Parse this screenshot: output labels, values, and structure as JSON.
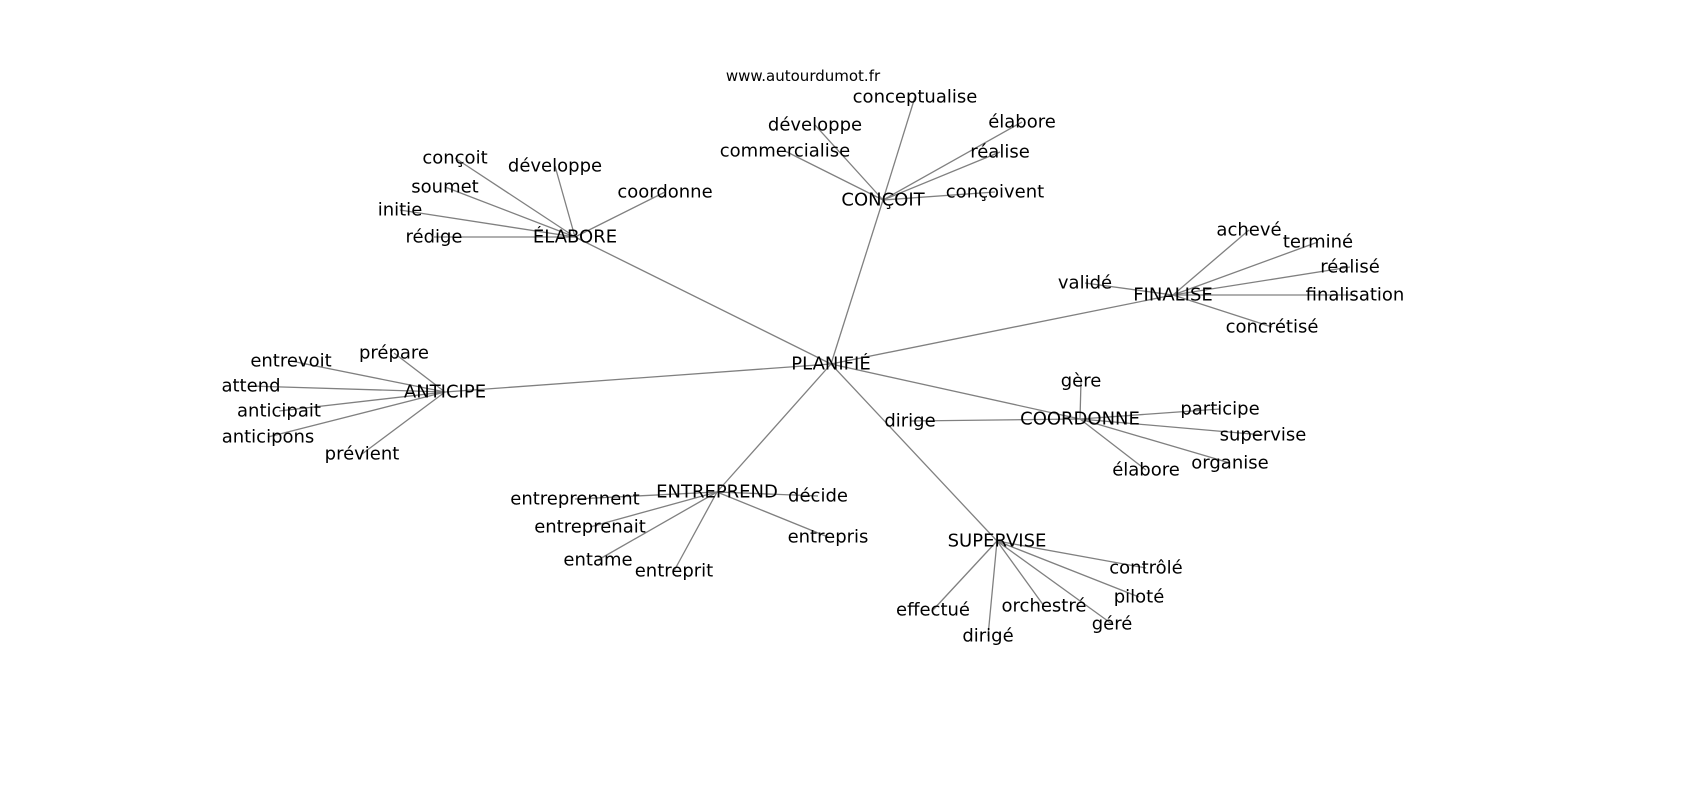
{
  "title": "www.autourdumot.fr",
  "edge_color": "#808080",
  "root": "PLANIFIÉ",
  "groups": [
    {
      "hub": "ÉLABORE",
      "leaves": [
        "conçoit",
        "développe",
        "soumet",
        "coordonne",
        "initie",
        "rédige"
      ]
    },
    {
      "hub": "CONÇOIT",
      "leaves": [
        "développe",
        "conceptualise",
        "élabore",
        "commercialise",
        "réalise",
        "conçoivent"
      ]
    },
    {
      "hub": "FINALISE",
      "leaves": [
        "achevé",
        "terminé",
        "réalisé",
        "finalisation",
        "validé",
        "concrétisé"
      ]
    },
    {
      "hub": "ANTICIPE",
      "leaves": [
        "entrevoit",
        "prépare",
        "attend",
        "anticipait",
        "anticipons",
        "prévient"
      ]
    },
    {
      "hub": "COORDONNE",
      "leaves": [
        "gère",
        "participe",
        "supervise",
        "organise",
        "élabore",
        "dirige"
      ]
    },
    {
      "hub": "ENTREPREND",
      "leaves": [
        "entreprennent",
        "décide",
        "entreprenait",
        "entrepris",
        "entame",
        "entreprit"
      ]
    },
    {
      "hub": "SUPERVISE",
      "leaves": [
        "contrôlé",
        "piloté",
        "orchestré",
        "géré",
        "effectué",
        "dirigé"
      ]
    }
  ]
}
